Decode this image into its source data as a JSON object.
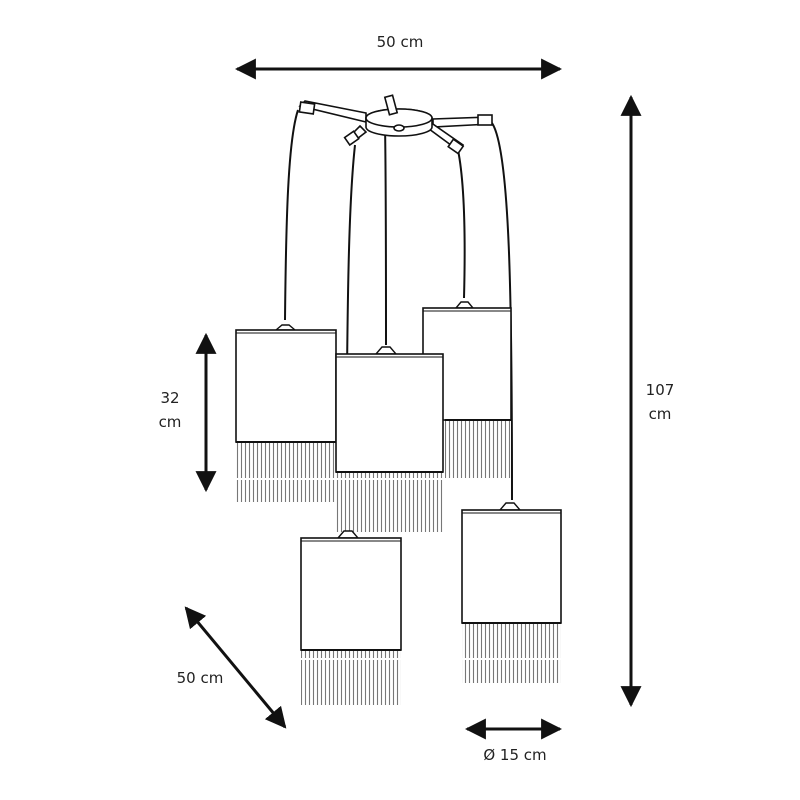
{
  "diagram": {
    "subject": "pendant-lamp-5-fringe-shades",
    "stroke_color": "#111111",
    "fringe_color": "#777777",
    "dimensions": {
      "top_width": "50 cm",
      "total_height": "107\ncm",
      "shade_height": "32\ncm",
      "depth": "50 cm",
      "shade_diameter": "Ø 15 cm"
    }
  }
}
